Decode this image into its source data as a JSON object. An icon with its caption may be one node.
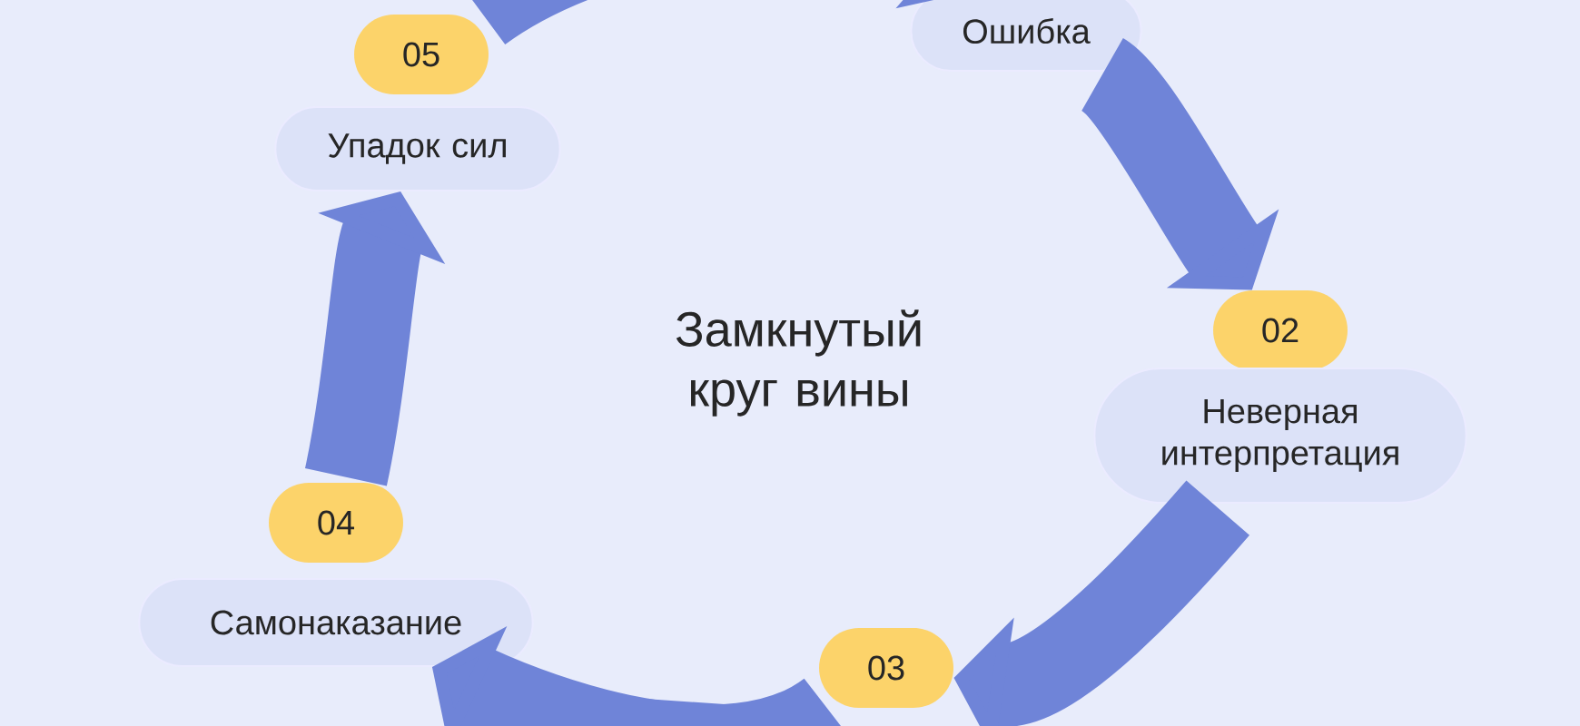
{
  "diagram": {
    "nodes": [
      {
        "text": [
          "Замкнутый круг вины"
        ]
      },
      {
        "text": [
          "Ошибка"
        ]
      },
      {
        "text": [
          "02"
        ]
      },
      {
        "text": [
          "Неверная интерпретация"
        ]
      },
      {
        "text": [
          "03"
        ]
      },
      {
        "text": [
          "04"
        ]
      },
      {
        "text": [
          "Самонаказание"
        ]
      },
      {
        "text": [
          "05"
        ]
      },
      {
        "text": [
          "Упадок сил"
        ]
      }
    ],
    "edges": [
      {
        "from": 1,
        "to": 2,
        "arrow": "to"
      },
      {
        "from": 3,
        "to": 4,
        "arrow": "to"
      },
      {
        "from": 4,
        "to": 6,
        "arrow": "to"
      },
      {
        "from": 5,
        "to": 8,
        "arrow": "to"
      },
      {
        "from": 7,
        "to": 1,
        "arrow": "to"
      }
    ]
  }
}
